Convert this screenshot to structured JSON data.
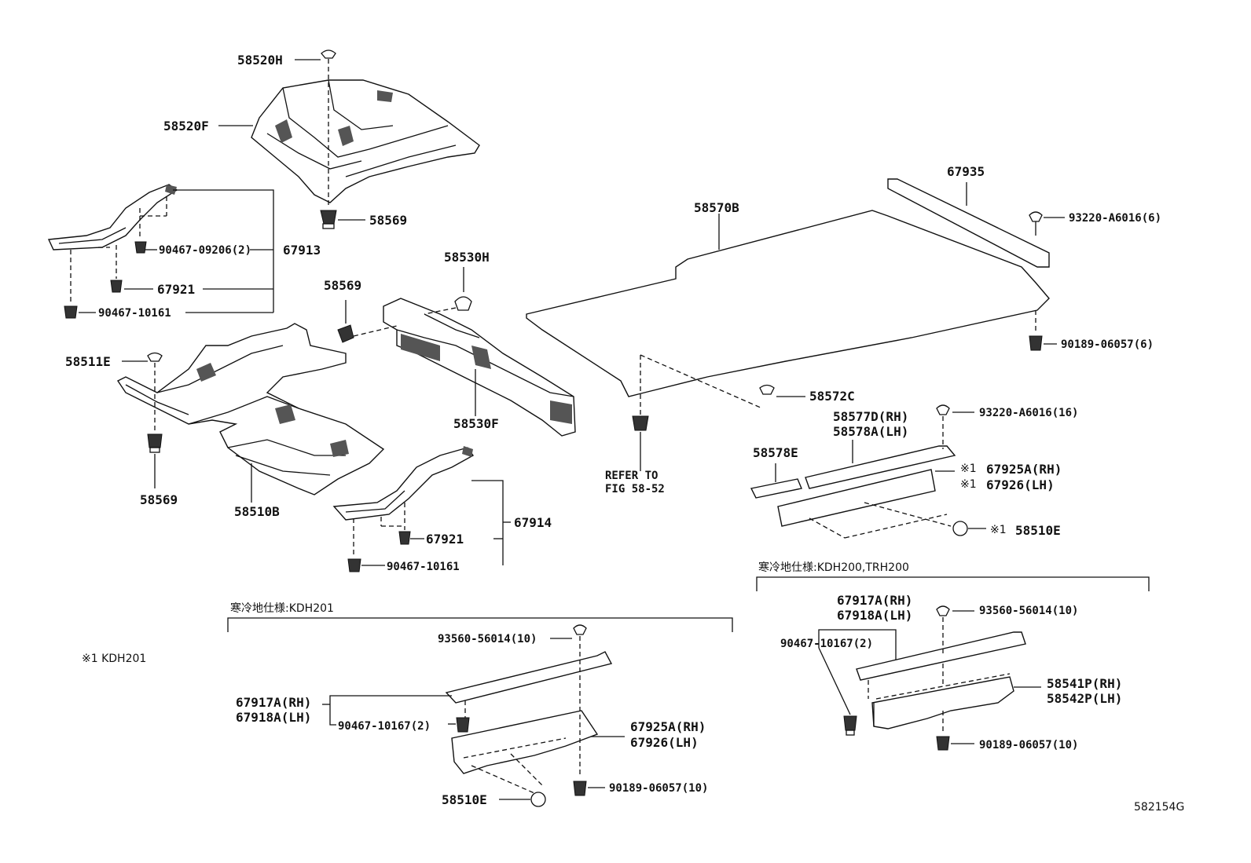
{
  "labels": {
    "p58520H": "58520H",
    "p58520F": "58520F",
    "p58569_top": "58569",
    "p67935": "67935",
    "p58570B": "58570B",
    "p93220_6": "93220-A6016(6)",
    "p90467_09206": "90467-09206(2)",
    "p67913": "67913",
    "p67921_a": "67921",
    "p90467_10161_a": "90467-10161",
    "p58530H": "58530H",
    "p58569_mid": "58569",
    "p58511E": "58511E",
    "p90189_6": "90189-06057(6)",
    "p58572C": "58572C",
    "p58577D": "58577D(RH)",
    "p58578A": "58578A(LH)",
    "p93220_16": "93220-A6016(16)",
    "p58530F": "58530F",
    "p58578E": "58578E",
    "p67925A_rh_r": "67925A(RH)",
    "p67926_lh_r": "67926(LH)",
    "mark1": "※1",
    "mark2": "※1",
    "mark3": "※1",
    "p58569_low": "58569",
    "refer1": "REFER TO",
    "refer2": "FIG 58-52",
    "p58510B": "58510B",
    "p67914": "67914",
    "p58510E_r": "58510E",
    "p67921_b": "67921",
    "p90467_10161_b": "90467-10161",
    "cold_kdh200_title": "寒冷地仕様:KDH200,TRH200",
    "p67917A_r": "67917A(RH)",
    "p67918A_r": "67918A(LH)",
    "p93560_r": "93560-56014(10)",
    "cold_kdh201_title": "寒冷地仕様:KDH201",
    "p90467_10167_r": "90467-10167(2)",
    "footnote": "※1  KDH201",
    "p93560_l": "93560-56014(10)",
    "p58541P": "58541P(RH)",
    "p58542P": "58542P(LH)",
    "p67917A_l": "67917A(RH)",
    "p67918A_l": "67918A(LH)",
    "p90467_10167_l": "90467-10167(2)",
    "p67925A_rh_l": "67925A(RH)",
    "p67926_lh_l": "67926(LH)",
    "p90189_10_r": "90189-06057(10)",
    "p90189_10_l": "90189-06057(10)",
    "p58510E_l": "58510E",
    "figure_id": "582154G"
  }
}
